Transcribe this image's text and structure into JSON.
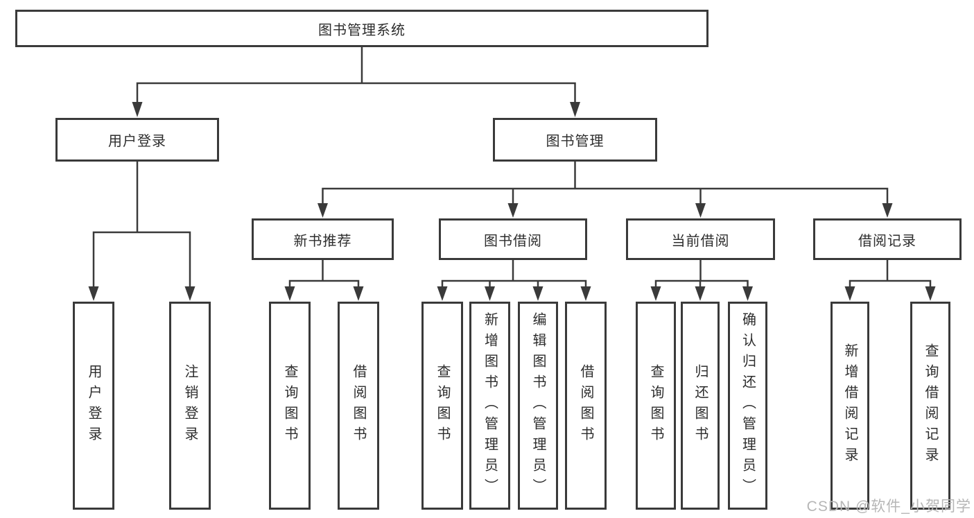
{
  "diagram": {
    "title": "图书管理系统",
    "branches": [
      {
        "label": "用户登录",
        "children": [
          {
            "label": "用户登录"
          },
          {
            "label": "注销登录"
          }
        ]
      },
      {
        "label": "图书管理",
        "children": [
          {
            "label": "新书推荐",
            "children": [
              {
                "label": "查询图书"
              },
              {
                "label": "借阅图书"
              }
            ]
          },
          {
            "label": "图书借阅",
            "children": [
              {
                "label": "查询图书"
              },
              {
                "label": "新增图书（管理员）"
              },
              {
                "label": "编辑图书（管理员）"
              },
              {
                "label": "借阅图书"
              }
            ]
          },
          {
            "label": "当前借阅",
            "children": [
              {
                "label": "查询图书"
              },
              {
                "label": "归还图书"
              },
              {
                "label": "确认归还（管理员）"
              }
            ]
          },
          {
            "label": "借阅记录",
            "children": [
              {
                "label": "新增借阅记录"
              },
              {
                "label": "查询借阅记录"
              }
            ]
          }
        ]
      }
    ]
  },
  "watermark": {
    "text": "CSDN @软件_小贺同学"
  },
  "style": {
    "line_color": "#3a3a3a",
    "box_border_color": "#3a3a3a",
    "text_color": "#2d2d2d",
    "watermark_color": "#b6b6b6",
    "background_color": "#ffffff"
  }
}
